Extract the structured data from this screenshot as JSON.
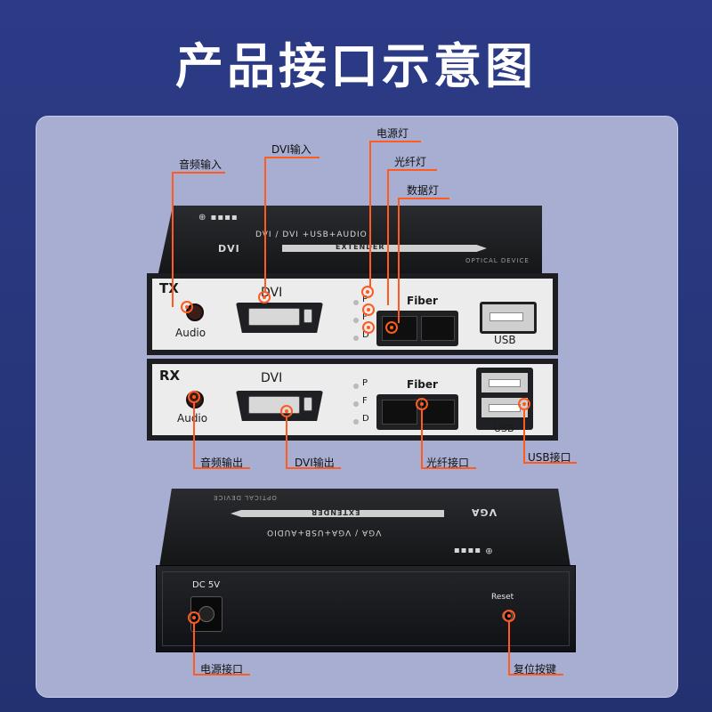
{
  "title": "产品接口示意图",
  "devices": {
    "tx": {
      "tag": "TX",
      "lid_line1": "DVI / DVI +USB+AUDIO",
      "lid_model": "DVI",
      "lid_extender": "EXTENDER",
      "lid_optical": "OPTICAL DEVICE",
      "audio": "Audio",
      "dvi": "DVI",
      "led_p": "P",
      "led_f": "F",
      "led_d": "D",
      "fiber": "Fiber",
      "usb": "USB"
    },
    "rx": {
      "tag": "RX",
      "audio": "Audio",
      "dvi": "DVI",
      "led_p": "P",
      "led_f": "F",
      "led_d": "D",
      "fiber": "Fiber",
      "usb": "USB"
    },
    "rear": {
      "lid_line1": "VGA / VGA+USB+AUDIO",
      "lid_model": "VGA",
      "lid_extender": "EXTENDER",
      "lid_optical": "OPTICAL DEVICE",
      "dc": "DC 5V",
      "reset": "Reset"
    }
  },
  "callouts": {
    "audio_in": "音频输入",
    "dvi_in": "DVI输入",
    "power_led": "电源灯",
    "fiber_led": "光纤灯",
    "data_led": "数据灯",
    "audio_out": "音频输出",
    "dvi_out": "DVI输出",
    "fiber_port": "光纤接口",
    "usb_port": "USB接口",
    "power_port": "电源接口",
    "reset_button": "复位按键"
  },
  "colors": {
    "accent": "#ff5a1f",
    "background": "#2c3b86",
    "panel": "#a7aed2"
  }
}
